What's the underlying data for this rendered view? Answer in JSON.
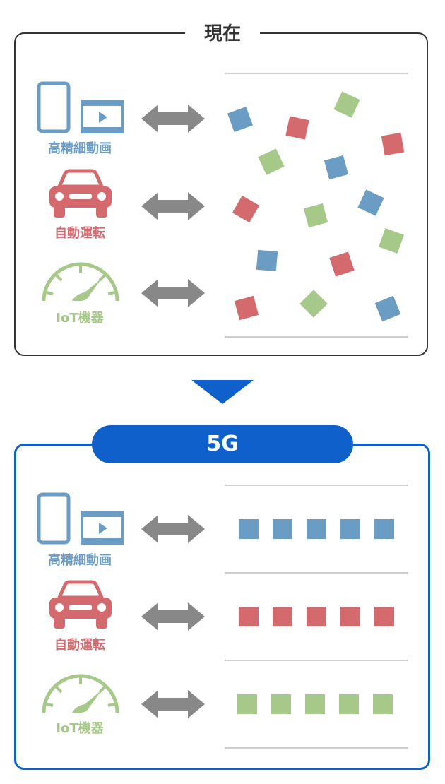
{
  "current": {
    "title": "現在",
    "rows": [
      {
        "label": "高精細動画",
        "icon": "phone-and-video-icon",
        "color": "#6b9cc4"
      },
      {
        "label": "自動運転",
        "icon": "car-icon",
        "color": "#d46a6e"
      },
      {
        "label": "IoT機器",
        "icon": "meter-gauge-icon",
        "color": "#a6c98a"
      }
    ]
  },
  "down_arrow_color": "#1060cc",
  "fiveg": {
    "title": "5G",
    "rows": [
      {
        "label": "高精細動画",
        "icon": "phone-and-video-icon",
        "color": "#6b9cc4",
        "block_count": 5
      },
      {
        "label": "自動運転",
        "icon": "car-icon",
        "color": "#d46a6e",
        "block_count": 5
      },
      {
        "label": "IoT機器",
        "icon": "meter-gauge-icon",
        "color": "#a6c98a",
        "block_count": 5
      }
    ]
  },
  "colors": {
    "arrow": "#888888",
    "rule": "#cfcfcf",
    "panel_border_current": "#333333",
    "panel_border_5g": "#1060cc"
  }
}
